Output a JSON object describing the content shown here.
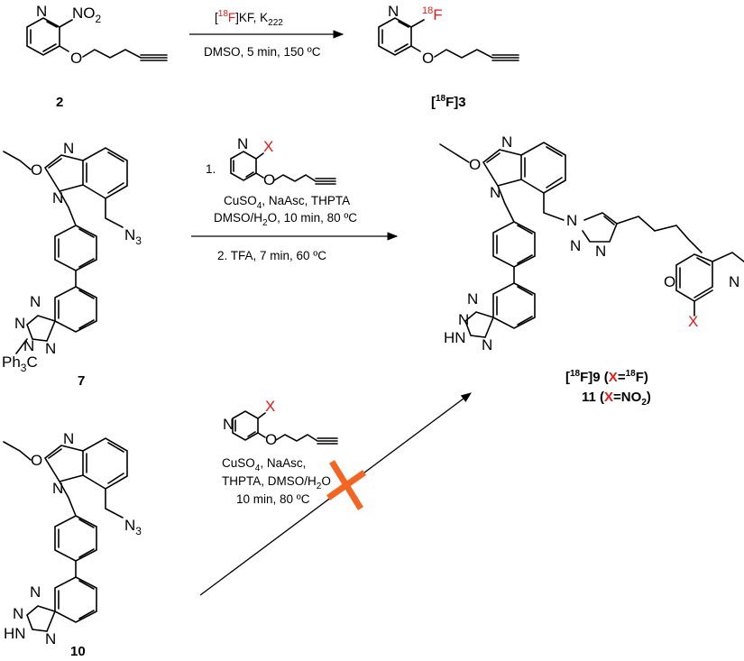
{
  "reaction1": {
    "reagent_bracket_open": "[",
    "reagent_isotope": "18",
    "reagent_iso_element": "F",
    "reagent_rest": "]KF, K",
    "reagent_k_sub": "222",
    "conditions": "DMSO, 5 min, 150 ºC",
    "sm_atom_N": "N",
    "sm_atom_NO2": "NO",
    "sm_atom_NO2_sub": "2",
    "sm_atom_O": "O",
    "sm_label": "2",
    "prod_atom_N": "N",
    "prod_iso": "18",
    "prod_F": "F",
    "prod_atom_O": "O",
    "prod_label_open": "[",
    "prod_label_iso": "18",
    "prod_label_rest": "F]3"
  },
  "reaction2": {
    "step1_number": "1.",
    "reagent_N": "N",
    "reagent_X": "X",
    "reagent_O": "O",
    "cond_line1_a": "CuSO",
    "cond_line1_sub": "4",
    "cond_line1_b": ", NaAsc, THPTA",
    "cond_line2_a": "DMSO/H",
    "cond_line2_sub": "2",
    "cond_line2_b": "O, 10 min, 80 ºC",
    "step2": "2. TFA, 7 min, 60 ºC",
    "sm_label": "7",
    "sm_atoms": {
      "O": "O",
      "N1": "N",
      "N2": "N",
      "N3": "N",
      "N3sub": "3",
      "tN1": "N",
      "tN2": "N",
      "tN3": "N",
      "tN4": "N",
      "trityl": "Ph",
      "trityl_sub": "3",
      "trityl_c": "C"
    },
    "product_atoms": {
      "O": "O",
      "N1": "N",
      "N2": "N",
      "trN1": "N",
      "trN2": "N",
      "trN3": "N",
      "O2": "O",
      "pyN": "N",
      "X": "X",
      "tN1": "N",
      "tN2": "N",
      "tN3": "N",
      "tNH": "HN"
    },
    "product_label_line1_open": "[",
    "product_label_line1_iso": "18",
    "product_label_line1_mid": "F]9 (",
    "product_label_line1_X": "X",
    "product_label_line1_eq": "=",
    "product_label_line1_iso2": "18",
    "product_label_line1_F": "F)",
    "product_label_line2_num": "11 (",
    "product_label_line2_X": "X",
    "product_label_line2_eq": "=NO",
    "product_label_line2_sub": "2",
    "product_label_line2_close": ")"
  },
  "reaction3": {
    "reagent_N": "N",
    "reagent_X": "X",
    "reagent_O": "O",
    "cond_line1_a": "CuSO",
    "cond_line1_sub": "4",
    "cond_line1_b": ", NaAsc,",
    "cond_line2_a": "THPTA, DMSO/H",
    "cond_line2_sub": "2",
    "cond_line2_b": "O",
    "cond_line3": "10 min, 80 ºC",
    "sm_label": "10",
    "sm_atoms": {
      "O": "O",
      "N1": "N",
      "N2": "N",
      "N3": "N",
      "N3sub": "3",
      "tN1": "N",
      "tN2": "N",
      "tN3": "N",
      "tNH": "HN"
    }
  },
  "colors": {
    "highlight": "#e41a1c",
    "cross": "#f26522"
  }
}
